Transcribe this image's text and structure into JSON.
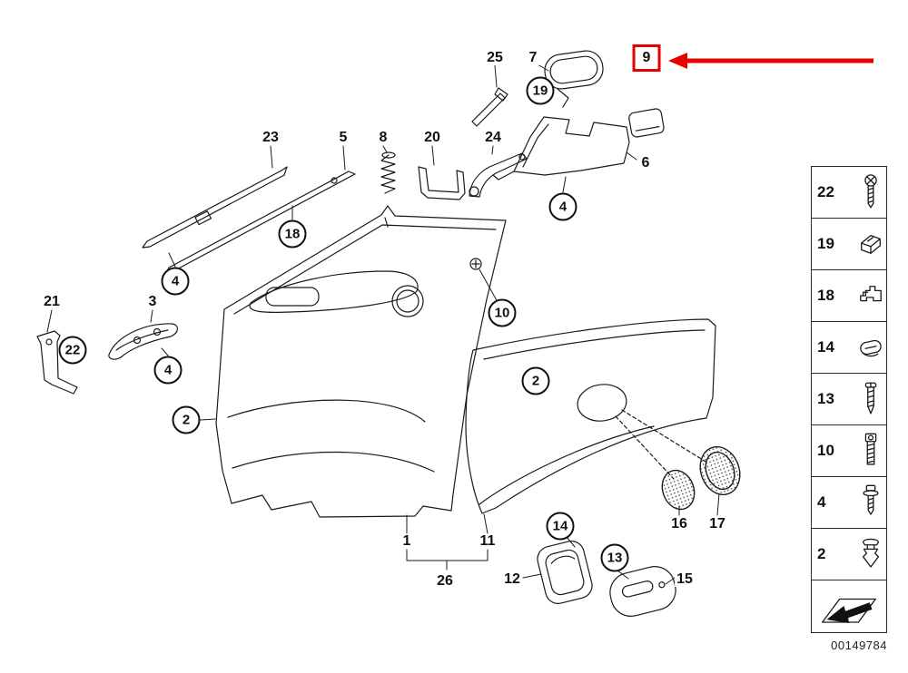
{
  "diagram": {
    "image_number": "00149784",
    "highlight": {
      "target_part": "9",
      "color": "#e60000"
    },
    "part_labels": [
      {
        "id": "25",
        "text": "25"
      },
      {
        "id": "7",
        "text": "7"
      },
      {
        "id": "9",
        "text": "9"
      },
      {
        "id": "23",
        "text": "23"
      },
      {
        "id": "5",
        "text": "5"
      },
      {
        "id": "8",
        "text": "8"
      },
      {
        "id": "20",
        "text": "20"
      },
      {
        "id": "24",
        "text": "24"
      },
      {
        "id": "6",
        "text": "6"
      },
      {
        "id": "21",
        "text": "21"
      },
      {
        "id": "3",
        "text": "3"
      },
      {
        "id": "1",
        "text": "1"
      },
      {
        "id": "11",
        "text": "11"
      },
      {
        "id": "26",
        "text": "26"
      },
      {
        "id": "12",
        "text": "12"
      },
      {
        "id": "15",
        "text": "15"
      },
      {
        "id": "16",
        "text": "16"
      },
      {
        "id": "17",
        "text": "17"
      }
    ],
    "balloons": [
      {
        "id": "19",
        "text": "19"
      },
      {
        "id": "4-upper",
        "text": "4"
      },
      {
        "id": "18",
        "text": "18"
      },
      {
        "id": "4-rail",
        "text": "4"
      },
      {
        "id": "22",
        "text": "22"
      },
      {
        "id": "4-lower",
        "text": "4"
      },
      {
        "id": "2-left",
        "text": "2"
      },
      {
        "id": "10",
        "text": "10"
      },
      {
        "id": "2-right",
        "text": "2"
      },
      {
        "id": "14",
        "text": "14"
      },
      {
        "id": "13",
        "text": "13"
      }
    ],
    "sidebar": {
      "items": [
        {
          "number": "22",
          "icon": "phillips-screw-icon"
        },
        {
          "number": "19",
          "icon": "sheet-metal-clip-icon"
        },
        {
          "number": "18",
          "icon": "bracket-clip-icon"
        },
        {
          "number": "14",
          "icon": "speed-nut-icon"
        },
        {
          "number": "13",
          "icon": "tapping-screw-icon"
        },
        {
          "number": "10",
          "icon": "torx-screw-icon"
        },
        {
          "number": "4",
          "icon": "washer-screw-icon"
        },
        {
          "number": "2",
          "icon": "expanding-rivet-icon"
        }
      ],
      "footer_icon": "direction-of-travel-arrow-icon"
    }
  }
}
